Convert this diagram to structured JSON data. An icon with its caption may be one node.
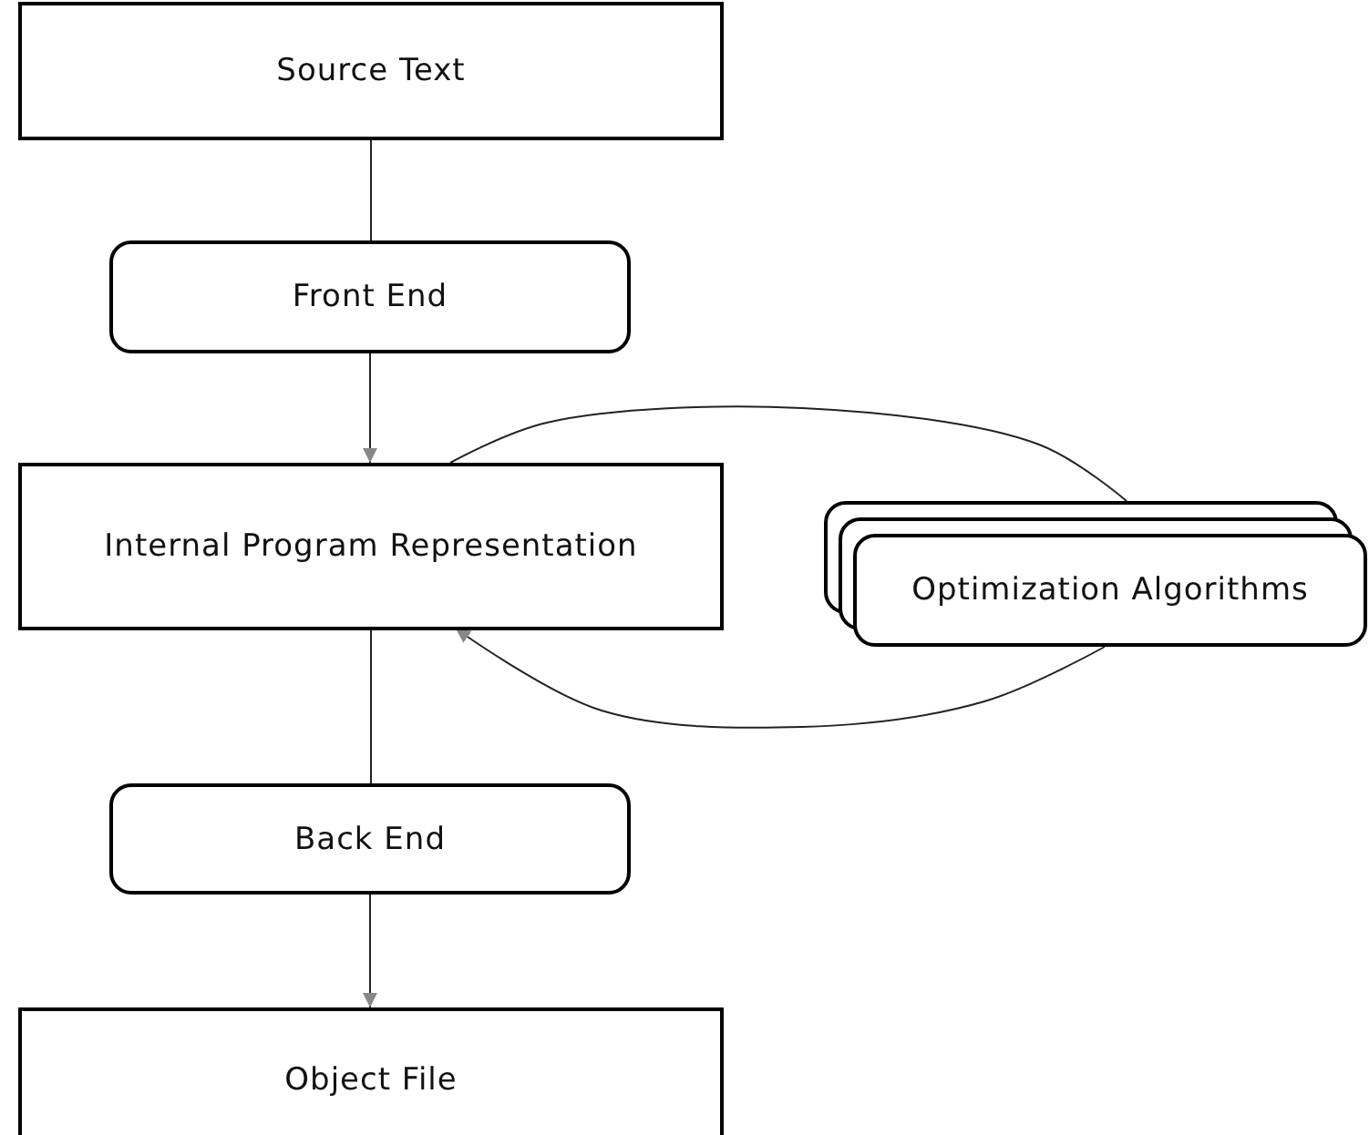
{
  "diagram": {
    "nodes": [
      {
        "text": [
          "Source Text"
        ]
      },
      {
        "text": [
          "Front End"
        ]
      },
      {
        "text": [
          "Internal Program Representation"
        ]
      },
      {
        "text": [
          "Optimization Algorithms"
        ]
      },
      {
        "text": [
          "Back End"
        ]
      },
      {
        "text": [
          "Object File"
        ]
      }
    ],
    "edges": [
      {
        "from": 0,
        "to": 1,
        "arrow": "none"
      },
      {
        "from": 1,
        "to": 2,
        "arrow": "to"
      },
      {
        "from": 2,
        "to": 3,
        "arrow": "none"
      },
      {
        "from": 3,
        "to": 2,
        "arrow": "to"
      },
      {
        "from": 2,
        "to": 4,
        "arrow": "none"
      },
      {
        "from": 4,
        "to": 5,
        "arrow": "to"
      }
    ]
  }
}
